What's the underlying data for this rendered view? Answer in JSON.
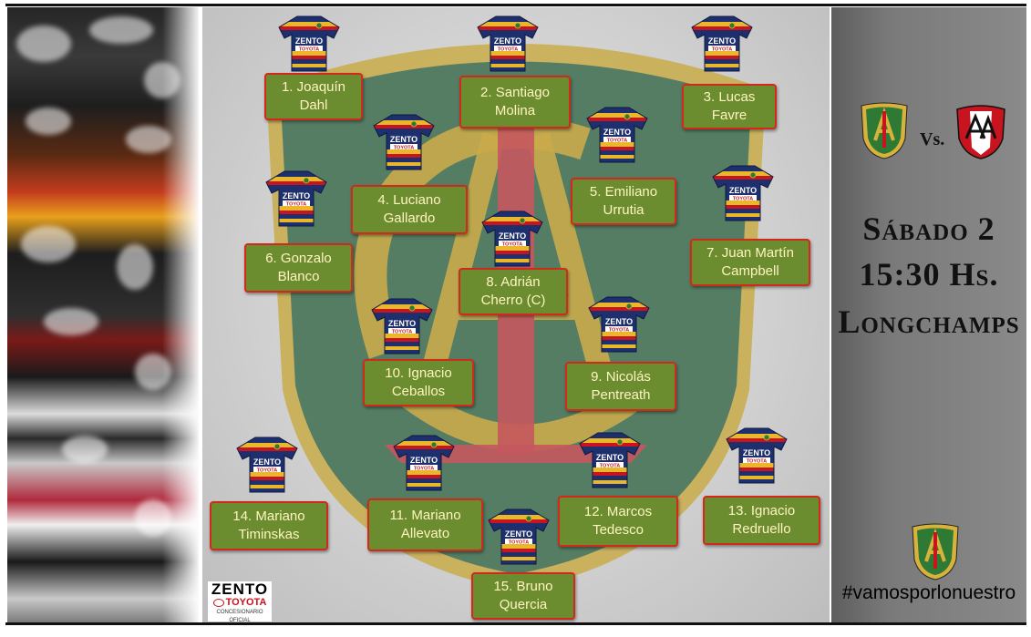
{
  "players": [
    {
      "number": "1.",
      "first": "Joaquín",
      "last": "Dahl"
    },
    {
      "number": "2.",
      "first": "Santiago",
      "last": "Molina"
    },
    {
      "number": "3.",
      "first": "Lucas",
      "last": "Favre"
    },
    {
      "number": "4.",
      "first": "Luciano",
      "last": "Gallardo"
    },
    {
      "number": "5.",
      "first": "Emiliano",
      "last": "Urrutia"
    },
    {
      "number": "6.",
      "first": "Gonzalo",
      "last": "Blanco"
    },
    {
      "number": "7.",
      "first": "Juan Martín",
      "last": "Campbell"
    },
    {
      "number": "8.",
      "first": "Adrián",
      "last": "Cherro (C)"
    },
    {
      "number": "9.",
      "first": "Nicolás",
      "last": "Pentreath"
    },
    {
      "number": "10.",
      "first": "Ignacio",
      "last": "Ceballos"
    },
    {
      "number": "11.",
      "first": "Mariano",
      "last": "Allevato"
    },
    {
      "number": "12.",
      "first": "Marcos",
      "last": "Tedesco"
    },
    {
      "number": "13.",
      "first": "Ignacio",
      "last": "Redruello"
    },
    {
      "number": "14.",
      "first": "Mariano",
      "last": "Timinskas"
    },
    {
      "number": "15.",
      "first": "Bruno",
      "last": "Quercia"
    }
  ],
  "jersey": {
    "chest_text": "ZENTO",
    "sponsor_text": "TOYOTA"
  },
  "match": {
    "vs": "Vs.",
    "day": "Sábado 2",
    "time": "15:30 Hs.",
    "venue": "Longchamps"
  },
  "hashtag": "#vamosporlonuestro",
  "sponsor": {
    "brand": "ZENTO",
    "partner": "TOYOTA",
    "subtitle": "CONCESIONARIO OFICIAL"
  },
  "colors": {
    "name_box": "#6b8c2f",
    "name_border": "#d12a1a",
    "name_text": "#fff4c0",
    "club_green": "#2e7a34",
    "club_gold": "#d8b23c",
    "rival_red": "#c8141e"
  }
}
